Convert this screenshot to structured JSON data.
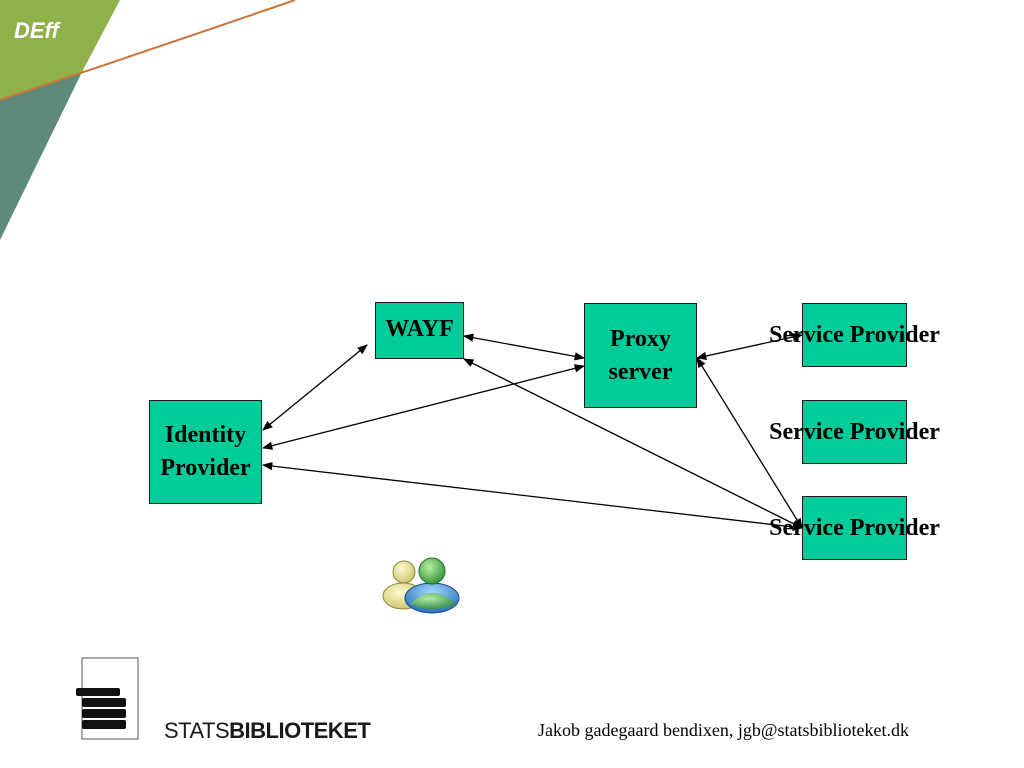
{
  "brand": {
    "top_logo": "DEff",
    "bottom_logo_light": "STATS",
    "bottom_logo_bold": "BIBLIOTEKET"
  },
  "diagram": {
    "nodes": {
      "wayf": "WAYF",
      "proxy": "Proxy\nserver",
      "identity_provider": "Identity\nProvider",
      "service_provider_1": "Service\nProvider",
      "service_provider_2": "Service\nProvider",
      "service_provider_3": "Service\nProvider"
    }
  },
  "footer": {
    "credit": "Jakob gadegaard bendixen, jgb@statsbiblioteket.dk"
  },
  "colors": {
    "node_fill": "#00cc99",
    "banner_green": "#8fb04a",
    "banner_teal": "#5e8a7a",
    "accent_line": "#c8743a"
  },
  "icons": [
    "users-icon",
    "book-stack-icon"
  ]
}
